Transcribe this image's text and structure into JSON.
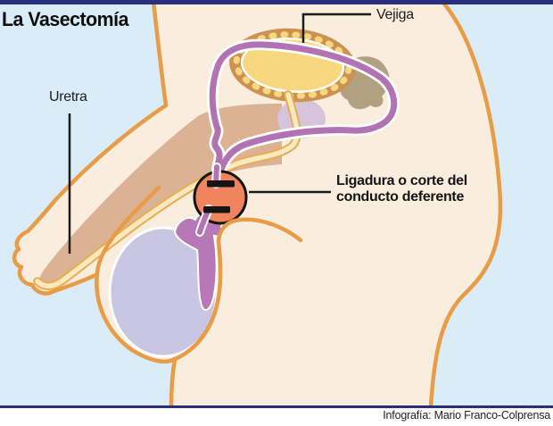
{
  "header": {
    "title": "La Vasectomía"
  },
  "labels": {
    "vejiga": "Vejiga",
    "uretra": "Uretra",
    "ligadura": "Ligadura o corte del conducto deferente"
  },
  "footer": {
    "credit": "Infografía: Mario Franco-Colprensa"
  },
  "colors": {
    "accent_bar": "#28307E",
    "background": "#D9ECF7",
    "skin": "#F9EDDD",
    "body_outline": "#E89C48",
    "shaft": "#DCB294",
    "urethra": "#F8E9C1",
    "bladder_fill": "#F7D87E",
    "bladder_border": "#CD9252",
    "prostate": "#D6C4DC",
    "seminal_vesicle": "#B2A180",
    "vas_deferens": "#B273B3",
    "testicle": "#C9C6E2",
    "epididymis": "#B678B7",
    "cut_marker": "#F0845F"
  }
}
